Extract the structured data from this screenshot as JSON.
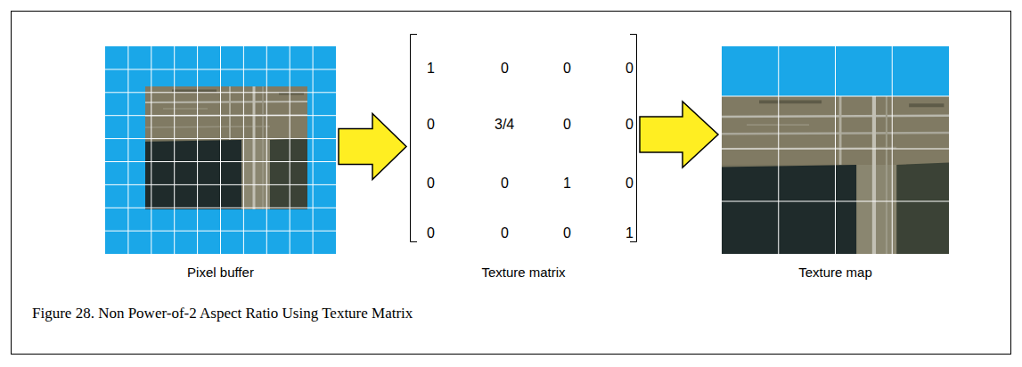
{
  "diagram": {
    "caption": "Figure 28. Non Power-of-2 Aspect Ratio Using Texture Matrix",
    "nodes": [
      {
        "text": [
          "Pixel buffer"
        ]
      },
      {
        "text": [
          "Texture matrix"
        ]
      },
      {
        "text": [
          "Texture map"
        ]
      }
    ],
    "edges": [
      {
        "from": 0,
        "to": 1,
        "arrow": "to"
      },
      {
        "from": 1,
        "to": 2,
        "arrow": "to"
      }
    ],
    "labels": [
      "1",
      "0",
      "0",
      "0",
      "0",
      "3/4",
      "0",
      "0",
      "0",
      "0",
      "1",
      "0",
      "0",
      "0",
      "0",
      "1"
    ]
  }
}
